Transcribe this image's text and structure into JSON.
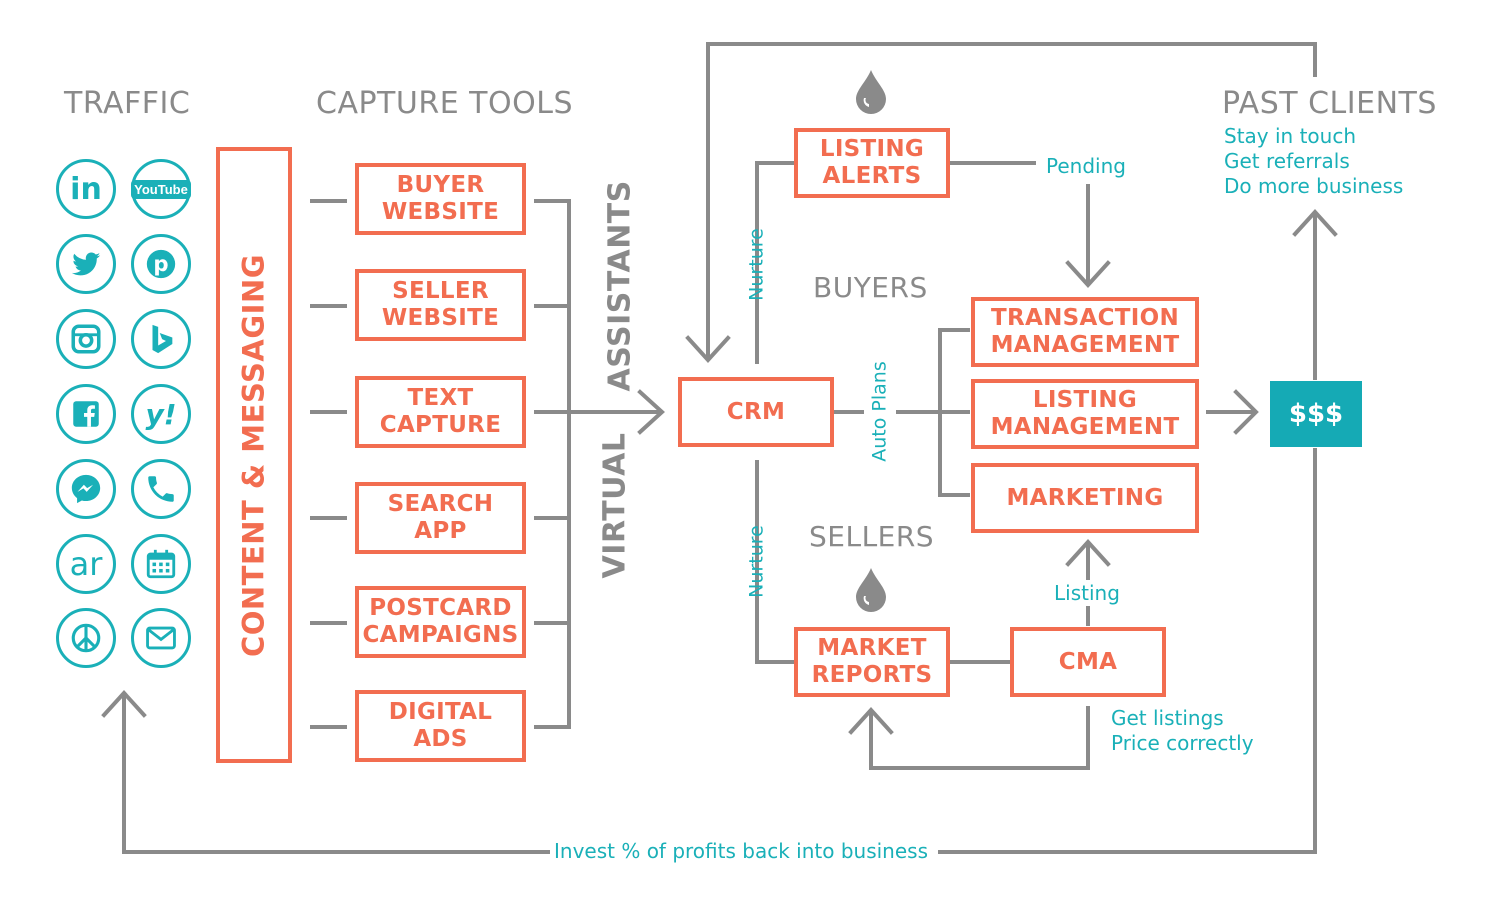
{
  "headers": {
    "traffic": "TRAFFIC",
    "capture_tools": "CAPTURE TOOLS",
    "past_clients": "PAST CLIENTS",
    "buyers": "BUYERS",
    "sellers": "SELLERS"
  },
  "past_clients_notes": [
    "Stay in touch",
    "Get referrals",
    "Do more business"
  ],
  "content_messaging": "CONTENT & MESSAGING",
  "virtual_assistants": [
    "VIRTUAL",
    "ASSISTANTS"
  ],
  "capture_boxes": [
    "BUYER\nWEBSITE",
    "SELLER\nWEBSITE",
    "TEXT\nCAPTURE",
    "SEARCH\nAPP",
    "POSTCARD\nCAMPAIGNS",
    "DIGITAL\nADS"
  ],
  "crm": "CRM",
  "listing_alerts": "LISTING\nALERTS",
  "pending": "Pending",
  "nurture_top": "Nurture",
  "nurture_bottom": "Nurture",
  "auto_plans": "Auto Plans",
  "transaction_management": "TRANSACTION\nMANAGEMENT",
  "listing_management": "LISTING\nMANAGEMENT",
  "marketing": "MARKETING",
  "listing": "Listing",
  "market_reports": "MARKET\nREPORTS",
  "cma": "CMA",
  "cma_notes": [
    "Get listings",
    "Price correctly"
  ],
  "money": "$$$",
  "invest": "Invest % of profits back into business",
  "traffic_icons": [
    "linkedin-icon",
    "youtube-icon",
    "twitter-icon",
    "pinterest-icon",
    "instagram-icon",
    "bing-icon",
    "facebook-icon",
    "yahoo-icon",
    "messenger-icon",
    "phone-icon",
    "ar-icon",
    "calendar-icon",
    "peace-icon",
    "mail-icon"
  ],
  "colors": {
    "coral": "#f26d50",
    "teal": "#1ab0b8",
    "gray": "#8a8a8a"
  }
}
